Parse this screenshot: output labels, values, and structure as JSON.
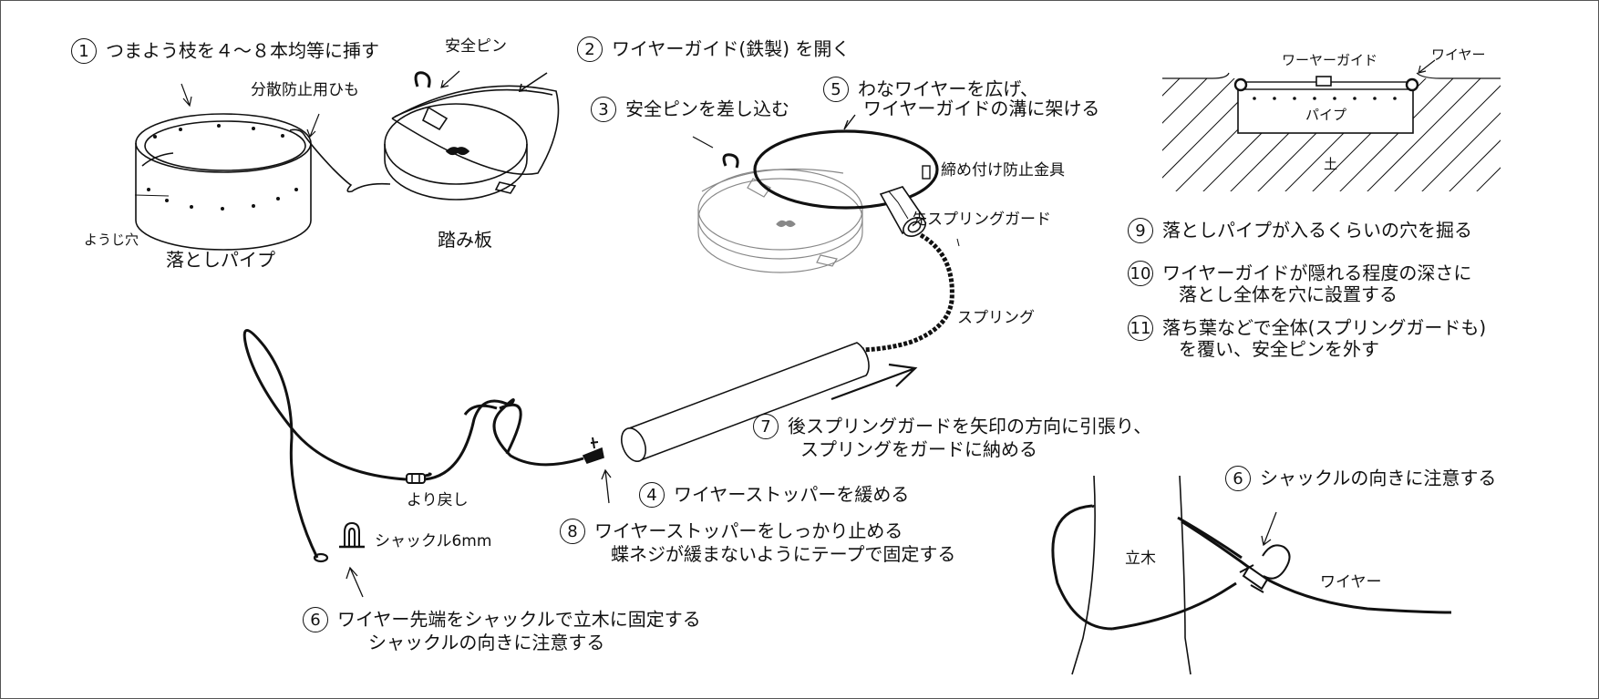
{
  "steps": {
    "s1": {
      "num": "1",
      "text": "つまよう枝を４～８本均等に挿す"
    },
    "s2": {
      "num": "2",
      "text": "ワイヤーガイド(鉄製) を開く"
    },
    "s3": {
      "num": "3",
      "text": "安全ピンを差し込む"
    },
    "s4": {
      "num": "4",
      "text": "ワイヤーストッパーを緩める"
    },
    "s5": {
      "num": "5",
      "text": "わなワイヤーを広げ、",
      "line2": "ワイヤーガイドの溝に架ける"
    },
    "s6a": {
      "num": "6",
      "text": "ワイヤー先端をシャックルで立木に固定する",
      "line2": "シャックルの向きに注意する"
    },
    "s6b": {
      "num": "6",
      "text": "シャックルの向きに注意する"
    },
    "s7": {
      "num": "7",
      "text": "後スプリングガードを矢印の方向に引張り、",
      "line2": "スプリングをガードに納める"
    },
    "s8": {
      "num": "8",
      "text": "ワイヤーストッパーをしっかり止める",
      "line2": "蝶ネジが緩まないようにテープで固定する"
    },
    "s9": {
      "num": "9",
      "text": "落としパイプが入るくらいの穴を掘る"
    },
    "s10": {
      "num": "10",
      "text": "ワイヤーガイドが隠れる程度の深さに",
      "line2": "落とし全体を穴に設置する"
    },
    "s11": {
      "num": "11",
      "text": "落ち葉などで全体(スプリングガードも)",
      "line2": "を覆い、安全ピンを外す"
    }
  },
  "labels": {
    "safety_pin": "安全ピン",
    "scatter_string": "分散防止用ひも",
    "toothpick_hole": "ようじ穴",
    "drop_pipe": "落としパイプ",
    "step_plate": "踏み板",
    "anti_tighten": "締め付け防止金具",
    "front_spring_guard": "先スプリングガード",
    "spring": "スプリング",
    "swivel": "より戻し",
    "shackle": "シャックル6mm",
    "wire_guide_section": "ワーヤーガイド",
    "wire_section": "ワイヤー",
    "pipe_section": "パイプ",
    "soil": "土",
    "tree": "立木",
    "wire_tree": "ワイヤー"
  }
}
